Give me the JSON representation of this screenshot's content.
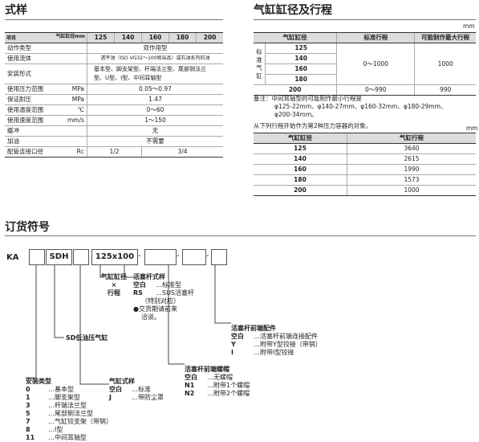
{
  "spec": {
    "title": "式样",
    "header": {
      "item": "项目",
      "bore": "气缸缸径mm",
      "cols": [
        "125",
        "140",
        "160",
        "180",
        "200"
      ]
    },
    "rows": [
      {
        "label": "动作类型",
        "unit": "",
        "value": "双作用型"
      },
      {
        "label": "使用流体",
        "unit": "",
        "value": "透平油（ISO VG32～100相当品）或石油系列的油"
      },
      {
        "label": "安装形式",
        "unit": "",
        "value": "基本型、脚支架型、杆端法兰型、尾部侧法兰型、U型、I型、中间耳轴型"
      },
      {
        "label": "使用压力范围",
        "unit": "MPa",
        "value": "0.05～0.97"
      },
      {
        "label": "保证耐压",
        "unit": "MPa",
        "value": "1.47"
      },
      {
        "label": "使用温度范围",
        "unit": "℃",
        "value": "0～60"
      },
      {
        "label": "使用速度范围",
        "unit": "mm/s",
        "value": "1～150"
      },
      {
        "label": "缓冲",
        "unit": "",
        "value": "无"
      },
      {
        "label": "加油",
        "unit": "",
        "value": "不需要"
      }
    ],
    "port": {
      "label": "配管连接口径",
      "unit": "Rc",
      "v1": "1/2",
      "v2": "3/4"
    }
  },
  "stroke": {
    "title": "气缸缸径及行程",
    "unit": "mm",
    "headers": [
      "气缸缸径",
      "标准行程",
      "可能制作最大行程"
    ],
    "side_label": "标准气缸",
    "bores": [
      "125",
      "140",
      "160",
      "180"
    ],
    "std": "0～1000",
    "max": "1000",
    "row200": {
      "bore": "200",
      "std": "0～990",
      "max": "990"
    },
    "note_lines": [
      "备注：中间耳轴型的可能制作最小行程是",
      "φ125-22mm、φ140-27mm、φ160-32mm、φ180-29mm、",
      "φ200-34mm。"
    ],
    "table2_caption": "从下列行程开始作为第2种压力容器的对象。",
    "table2_unit": "mm",
    "table2_headers": [
      "气缸缸径",
      "气缸行程"
    ],
    "table2_rows": [
      {
        "bore": "125",
        "stroke": "3640"
      },
      {
        "bore": "140",
        "stroke": "2615"
      },
      {
        "bore": "160",
        "stroke": "1990"
      },
      {
        "bore": "180",
        "stroke": "1573"
      },
      {
        "bore": "200",
        "stroke": "1000"
      }
    ]
  },
  "order": {
    "title": "订货符号",
    "prefix": "KA",
    "series": "SDH",
    "size": "125x100",
    "sd_label": "SD低油压气缸",
    "bore_stroke": [
      "气缸缸径",
      "×",
      "行程"
    ],
    "rod": {
      "title": "活塞杆式样",
      "items": [
        {
          "code": "空白",
          "desc": "标准型"
        },
        {
          "code": "RS",
          "desc": "SUS活塞杆"
        }
      ],
      "extra": [
        "（特别对应）",
        "●交货期请前来",
        "洽谈。"
      ]
    },
    "rod_end": {
      "title": "活塞杆前端配件",
      "items": [
        {
          "code": "空白",
          "desc": "活塞杆前端连接配件"
        },
        {
          "code": "Y",
          "desc": "附带Y型铰接（带销）"
        },
        {
          "code": "I",
          "desc": "附带I型铰接"
        }
      ]
    },
    "nut": {
      "title": "活塞杆前端螺帽",
      "items": [
        {
          "code": "空白",
          "desc": "无螺帽"
        },
        {
          "code": "N1",
          "desc": "附带1个螺帽"
        },
        {
          "code": "N2",
          "desc": "附带2个螺帽"
        }
      ]
    },
    "cyl": {
      "title": "气缸式样",
      "items": [
        {
          "code": "空白",
          "desc": "标准"
        },
        {
          "code": "J",
          "desc": "带防尘罩"
        }
      ]
    },
    "mount": {
      "title": "安装类型",
      "items": [
        {
          "code": "0",
          "desc": "基本型"
        },
        {
          "code": "1",
          "desc": "脚支架型"
        },
        {
          "code": "3",
          "desc": "杆端法兰型"
        },
        {
          "code": "5",
          "desc": "尾部侧法兰型"
        },
        {
          "code": "7",
          "desc": "气缸铰支架（带销）"
        },
        {
          "code": "8",
          "desc": "I型"
        },
        {
          "code": "11",
          "desc": "中间耳轴型"
        }
      ]
    }
  }
}
